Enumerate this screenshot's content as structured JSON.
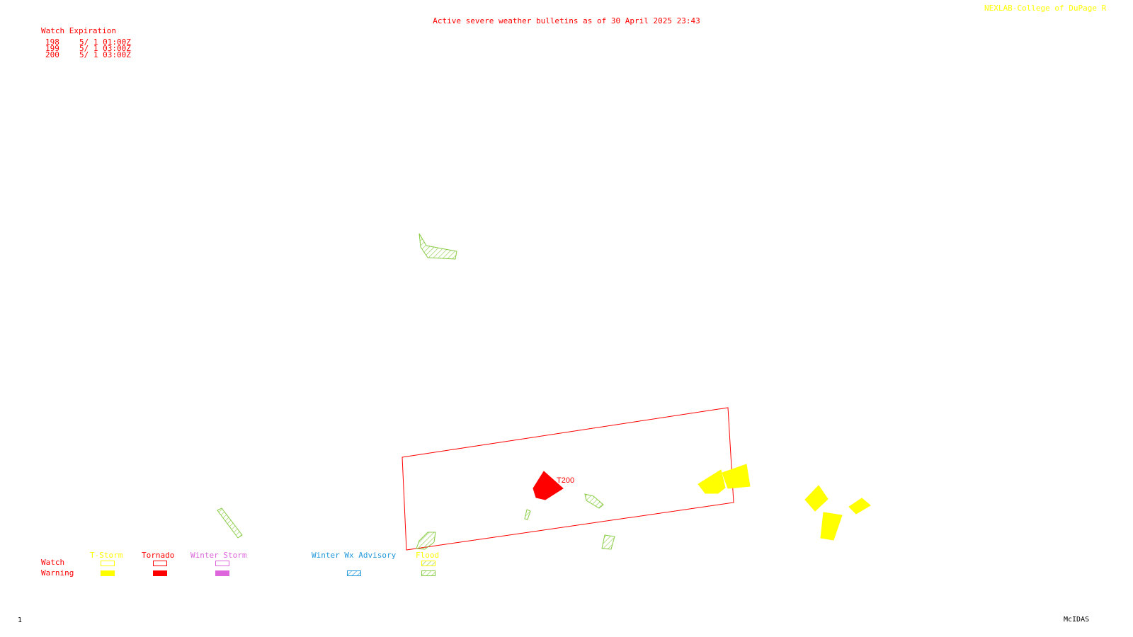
{
  "header": {
    "title": "Active severe weather bulletins as of 30 April 2025 23:43",
    "credit": "NEXLAB-College of DuPage R"
  },
  "watch_expiration": {
    "heading": "Watch Expiration",
    "rows": [
      {
        "number": "198",
        "expires": "5/ 1 01:00Z"
      },
      {
        "number": "199",
        "expires": "5/ 1 03:00Z"
      },
      {
        "number": "200",
        "expires": "5/ 1 03:00Z"
      }
    ]
  },
  "map": {
    "watch_label": "T200",
    "colors": {
      "tstorm": "#ffff00",
      "tornado": "#ff0000",
      "winter_storm": "#dd66dd",
      "winter_advisory": "#2299dd",
      "flood": "#88cc44"
    }
  },
  "legend": {
    "row_watch": "Watch",
    "row_warning": "Warning",
    "categories": {
      "tstorm": "T-Storm",
      "tornado": "Tornado",
      "winter_storm": "Winter Storm",
      "winter_advisory": "Winter Wx Advisory",
      "flood": "Flood"
    }
  },
  "footer": {
    "frame_number": "1",
    "software": "McIDAS"
  }
}
